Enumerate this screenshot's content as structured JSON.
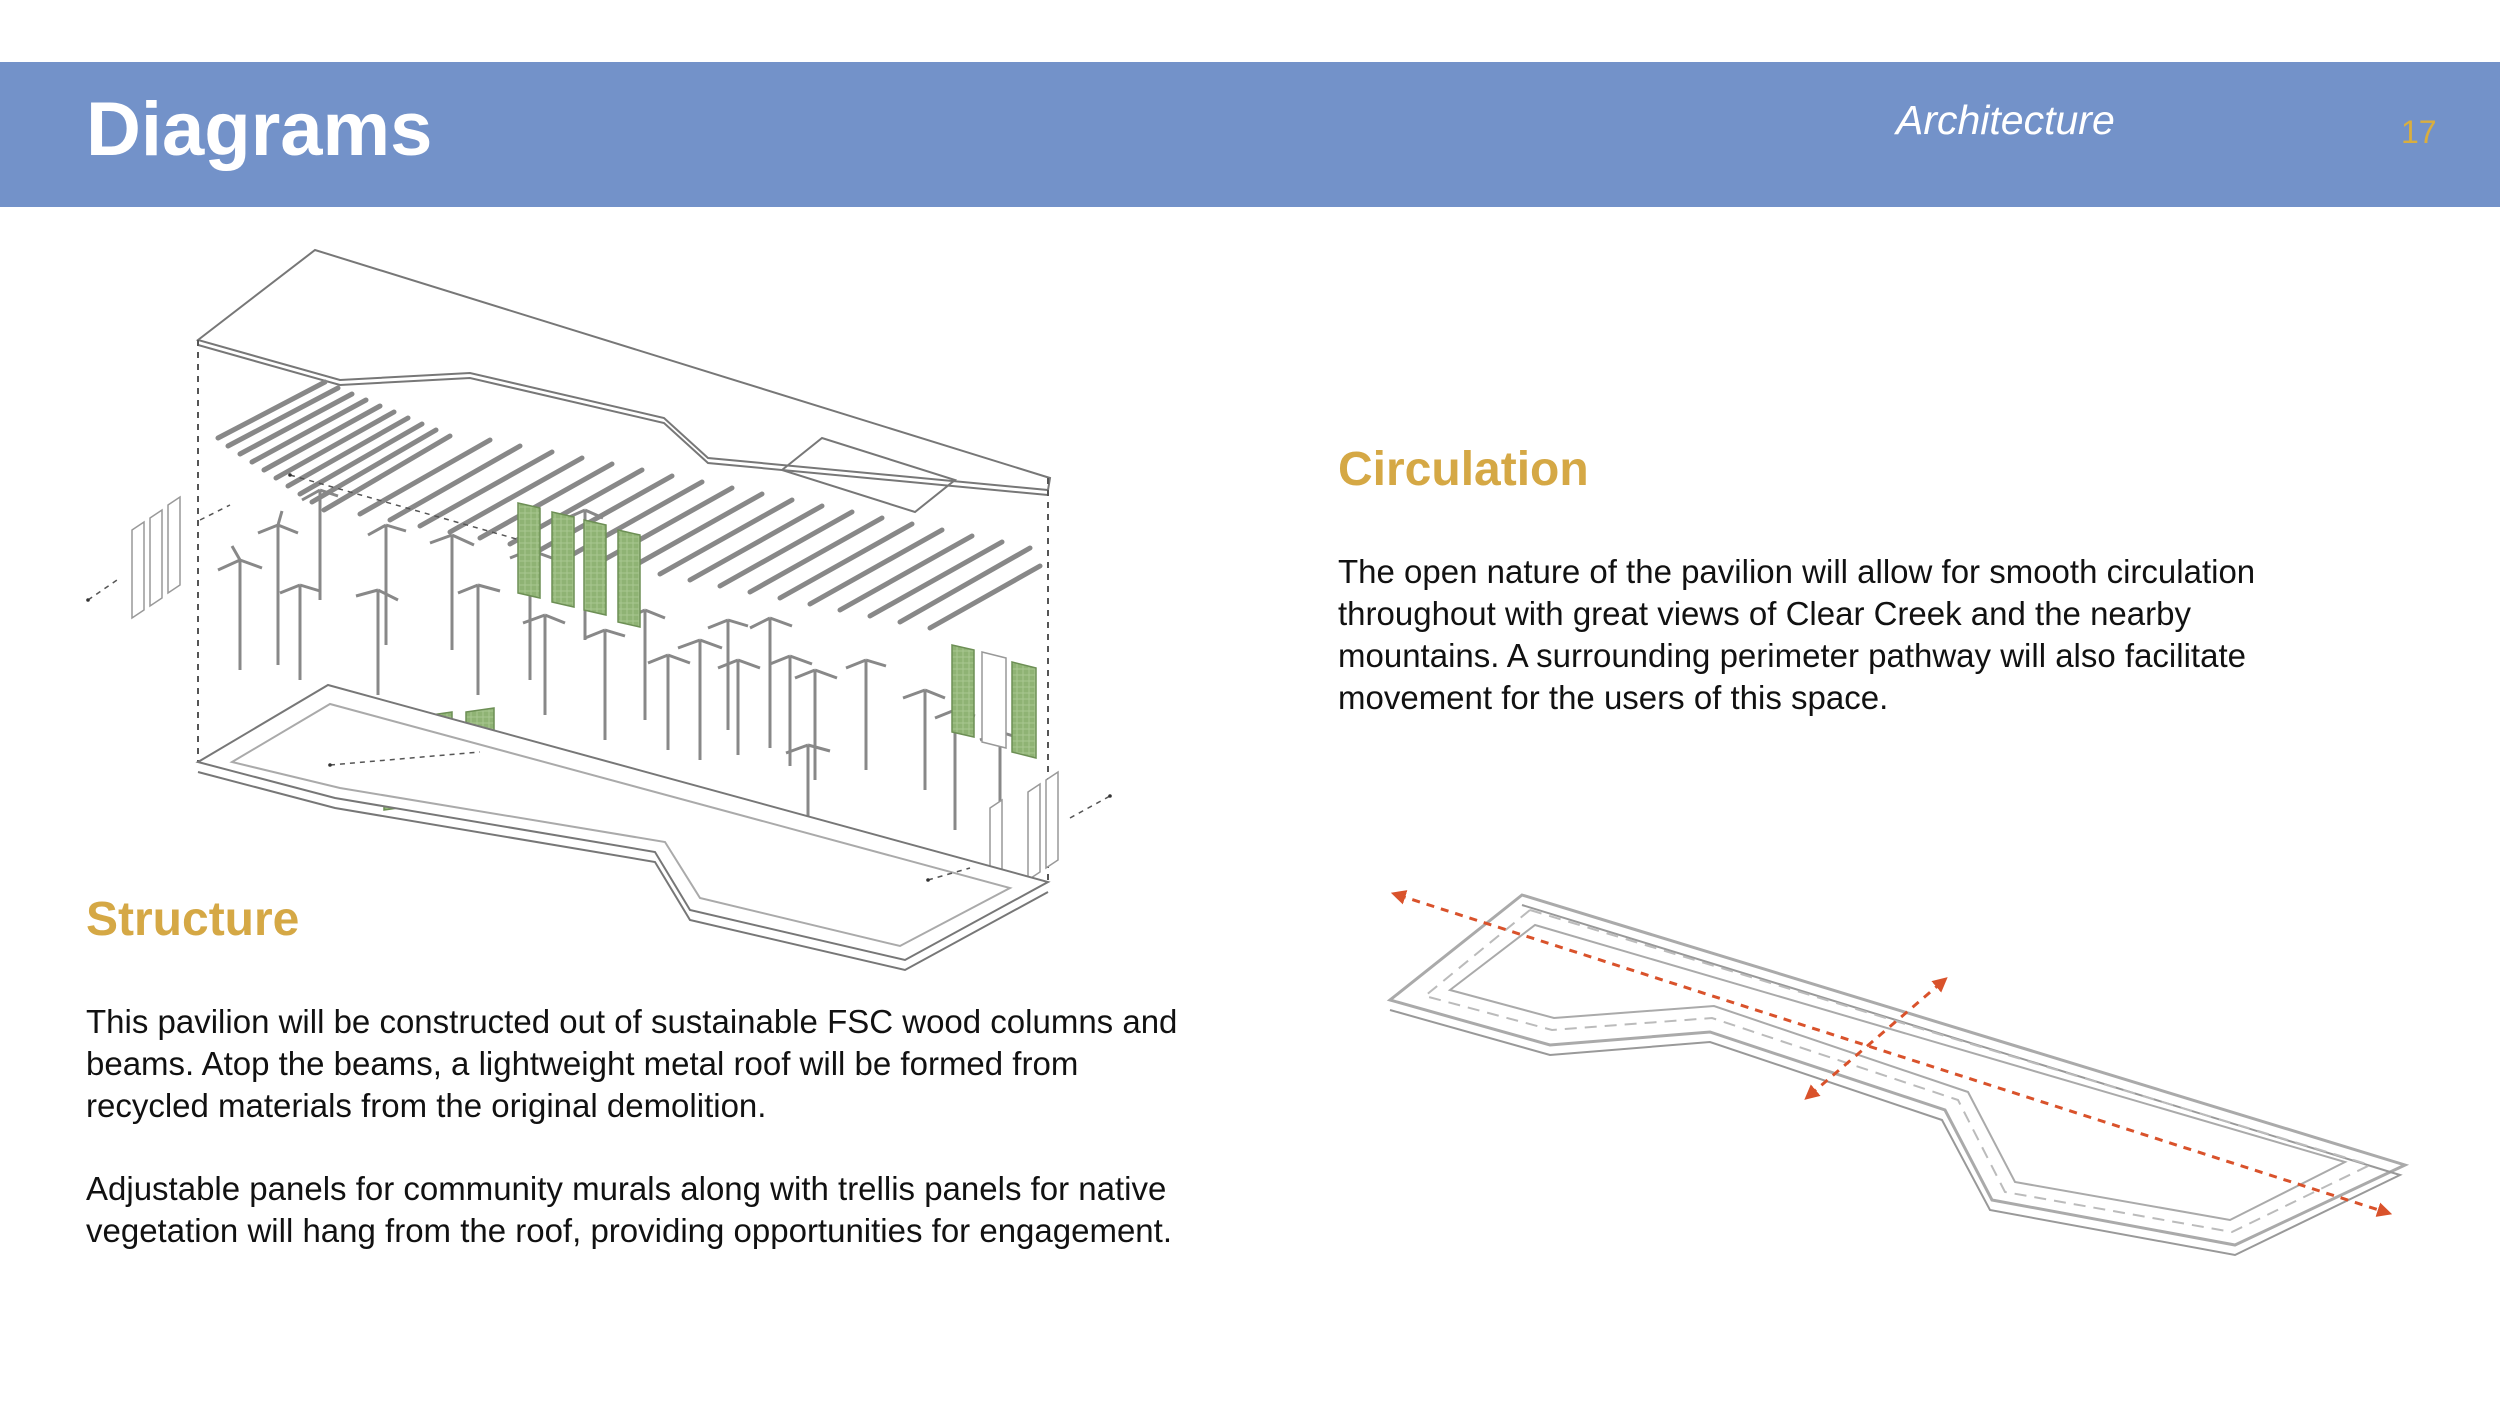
{
  "header": {
    "title": "Diagrams",
    "section": "Architecture",
    "page_number": "17"
  },
  "structure": {
    "heading": "Structure",
    "paragraphs": [
      "This pavilion will be constructed out of sustainable FSC wood columns and beams. Atop the beams, a lightweight metal roof will be formed from recycled materials from the original demolition.",
      "Adjustable panels for community murals along with trellis panels for native vegetation will hang from the roof, providing opportunities for engagement."
    ]
  },
  "circulation": {
    "heading": "Circulation",
    "paragraph": "The open nature of the pavilion will allow for smooth circulation throughout with great views of Clear Creek and the nearby mountains. A surrounding perimeter pathway will also facilitate movement for the users of this space."
  },
  "colors": {
    "header_bg": "#7392c9",
    "accent_gold": "#d5a845",
    "panel_green": "#8fb374",
    "arrow_red": "#d9522b"
  }
}
